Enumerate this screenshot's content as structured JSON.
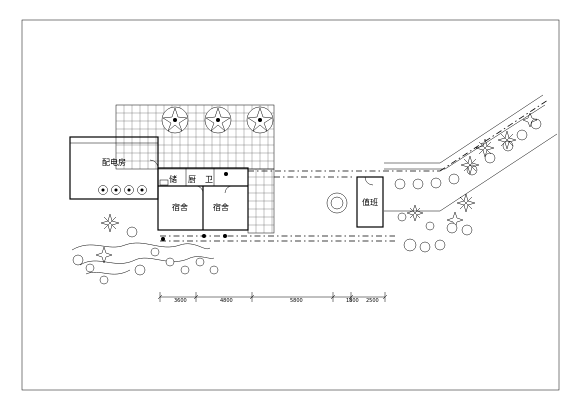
{
  "rooms": {
    "power_room": "配电房",
    "storage": "储",
    "kitchen": "厨",
    "toilet": "卫",
    "dorm_1": "宿舍",
    "dorm_2": "宿舍",
    "duty_room": "值班"
  },
  "dimensions": [
    "3600",
    "4800",
    "5800",
    "1800",
    "2500"
  ],
  "colors": {
    "ink": "#000000",
    "paper": "#ffffff"
  }
}
